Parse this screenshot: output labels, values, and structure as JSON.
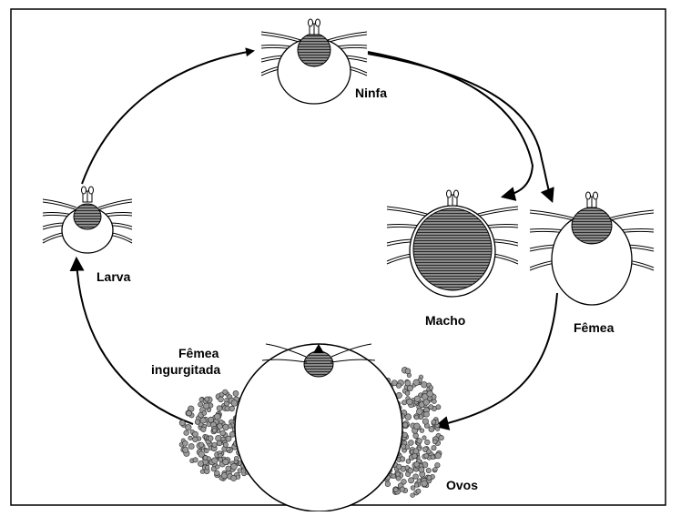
{
  "diagram": {
    "type": "life-cycle",
    "colors": {
      "line": "#000000",
      "body_fill": "#ffffff",
      "scutum_fill": "#6e6e6e",
      "egg_fill": "#9a9a9a"
    },
    "stages": [
      {
        "id": "ninfa",
        "label": "Ninfa"
      },
      {
        "id": "macho",
        "label": "Macho"
      },
      {
        "id": "femea",
        "label": "Fêmea"
      },
      {
        "id": "femea-ingurgitada",
        "label_line1": "Fêmea",
        "label_line2": "ingurgitada"
      },
      {
        "id": "ovos",
        "label": "Ovos"
      },
      {
        "id": "larva",
        "label": "Larva"
      }
    ],
    "arrows": [
      {
        "from": "larva",
        "to": "ninfa"
      },
      {
        "from": "ninfa",
        "to": "macho"
      },
      {
        "from": "ninfa",
        "to": "femea"
      },
      {
        "from": "femea",
        "to": "ovos"
      },
      {
        "from": "femea-ingurgitada",
        "to": "larva"
      }
    ]
  }
}
